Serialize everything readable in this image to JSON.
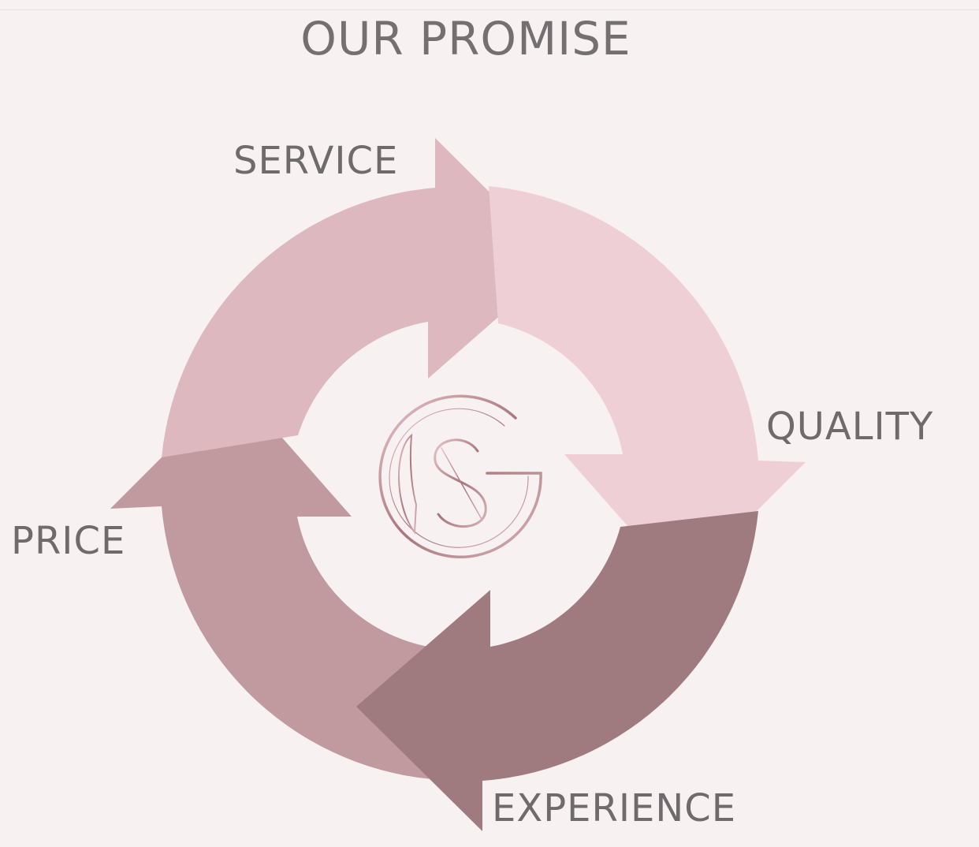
{
  "title": "OUR PROMISE",
  "cycle_steps": [
    {
      "id": "service",
      "label": "SERVICE",
      "color": "#ddb8bf"
    },
    {
      "id": "quality",
      "label": "QUALITY",
      "color": "#efcfd6"
    },
    {
      "id": "experience",
      "label": "EXPERIENCE",
      "color": "#9f7b7f"
    },
    {
      "id": "price",
      "label": "PRICE",
      "color": "#c09a9e"
    }
  ],
  "colors": {
    "background": "#f8f1f1",
    "text": "#6f6a6b",
    "logo": "#b8868b"
  },
  "logo": {
    "monogram": "LSG"
  }
}
